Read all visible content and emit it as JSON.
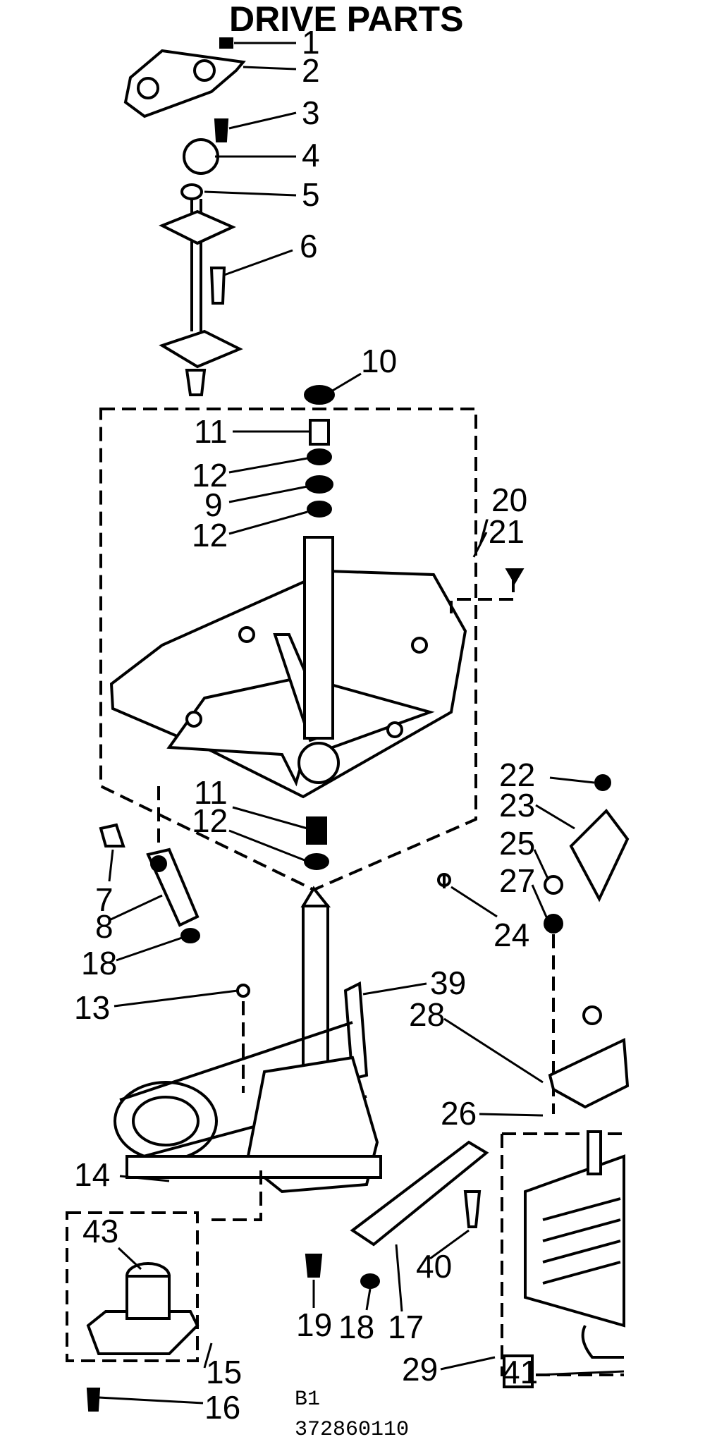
{
  "title": "DRIVE PARTS",
  "footer": {
    "line1": "B1",
    "line2": "372860110"
  },
  "colors": {
    "ink": "#000000",
    "paper": "#ffffff"
  },
  "callouts": {
    "c1": "1",
    "c2": "2",
    "c3": "3",
    "c4": "4",
    "c5": "5",
    "c6": "6",
    "c7": "7",
    "c8": "8",
    "c9": "9",
    "c10": "10",
    "c11a": "11",
    "c11b": "11",
    "c12a": "12",
    "c12b": "12",
    "c12c": "12",
    "c13": "13",
    "c14": "14",
    "c15": "15",
    "c16": "16",
    "c17": "17",
    "c18a": "18",
    "c18b": "18",
    "c19": "19",
    "c20": "20",
    "c21": "/21",
    "c22": "22",
    "c23": "23",
    "c24": "24",
    "c25": "25",
    "c26": "26",
    "c27": "27",
    "c28": "28",
    "c29": "29",
    "c39": "39",
    "c40": "40",
    "c41": "41",
    "c43": "43"
  }
}
